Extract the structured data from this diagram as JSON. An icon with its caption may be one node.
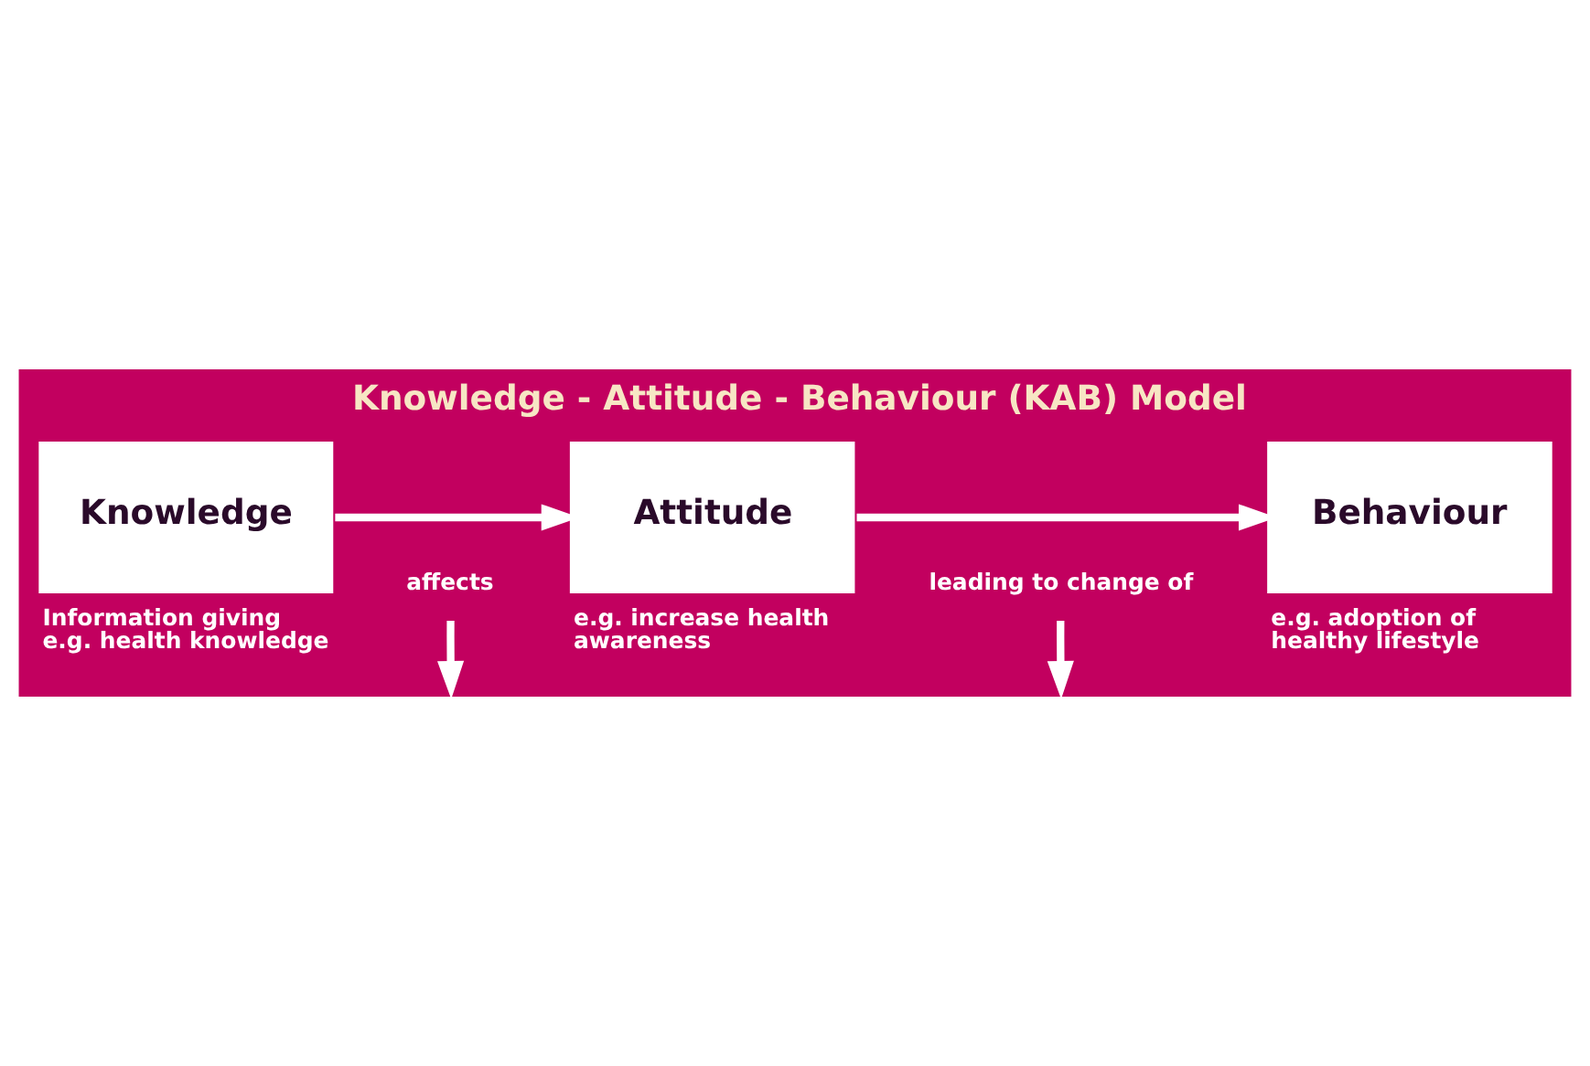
{
  "diagram": {
    "title": "Knowledge - Attitude - Behaviour (KAB) Model",
    "nodes": [
      {
        "text": [
          "Knowledge"
        ],
        "beside": [
          "Information giving e.g. health knowledge"
        ]
      },
      {
        "text": [
          "Attitude"
        ],
        "beside": [
          "e.g. increase health awareness"
        ]
      },
      {
        "text": [
          "Behaviour"
        ],
        "beside": [
          "e.g. adoption of healthy lifestyle"
        ]
      },
      {
        "text": [
          "affects"
        ]
      },
      {
        "text": [
          "leading to change of"
        ]
      }
    ],
    "edges": [
      {
        "from": 0,
        "to": 1,
        "arrow": "to"
      },
      {
        "from": 1,
        "to": 2,
        "arrow": "to"
      },
      {
        "from": 3,
        "to": null,
        "arrow": "to"
      },
      {
        "from": 4,
        "to": null,
        "arrow": "to"
      }
    ]
  }
}
